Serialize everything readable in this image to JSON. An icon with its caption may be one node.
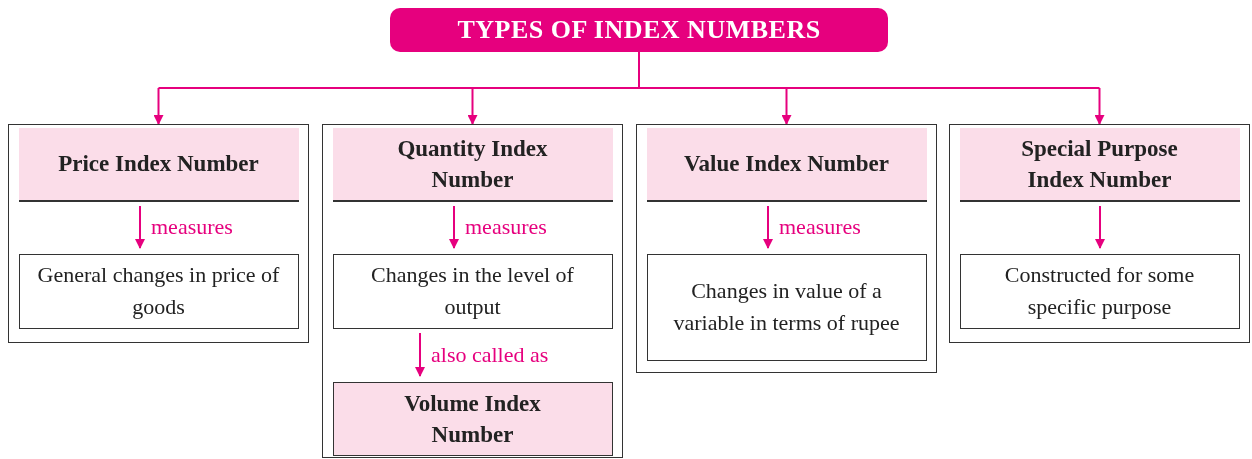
{
  "diagram": {
    "title": "TYPES OF INDEX NUMBERS",
    "nodes": [
      {
        "text": [],
        "shape": "box"
      },
      {
        "text": [
          "Price Index Number"
        ],
        "in": 0
      },
      {
        "text": [
          "General changes in price of goods"
        ],
        "in": 0
      },
      {
        "text": [],
        "shape": "box"
      },
      {
        "text": [
          "Quantity Index Number"
        ],
        "in": 3
      },
      {
        "text": [
          "Changes in the level of output"
        ],
        "in": 3
      },
      {
        "text": [
          "Volume Index Number"
        ],
        "in": 3
      },
      {
        "text": [],
        "shape": "box"
      },
      {
        "text": [
          "Value Index Number"
        ],
        "in": 7
      },
      {
        "text": [
          "Changes in value of a variable in terms of rupee"
        ],
        "in": 7
      },
      {
        "text": [],
        "shape": "box"
      },
      {
        "text": [
          "Special Purpose Index Number"
        ],
        "in": 10
      },
      {
        "text": [
          "Constructed for some specific purpose"
        ],
        "in": 10
      }
    ],
    "edges": [
      {
        "from": null,
        "to": 0,
        "arrow": "to"
      },
      {
        "from": null,
        "to": 3,
        "arrow": "to"
      },
      {
        "from": null,
        "to": 7,
        "arrow": "to"
      },
      {
        "from": null,
        "to": 10,
        "arrow": "to"
      },
      {
        "from": 1,
        "to": 2,
        "arrow": "to",
        "label": "measures"
      },
      {
        "from": 4,
        "to": 5,
        "arrow": "to",
        "label": "measures"
      },
      {
        "from": 5,
        "to": 6,
        "arrow": "to",
        "label": "also called as"
      },
      {
        "from": 8,
        "to": 9,
        "arrow": "to",
        "label": "measures"
      },
      {
        "from": 11,
        "to": 12,
        "arrow": "to"
      }
    ]
  }
}
